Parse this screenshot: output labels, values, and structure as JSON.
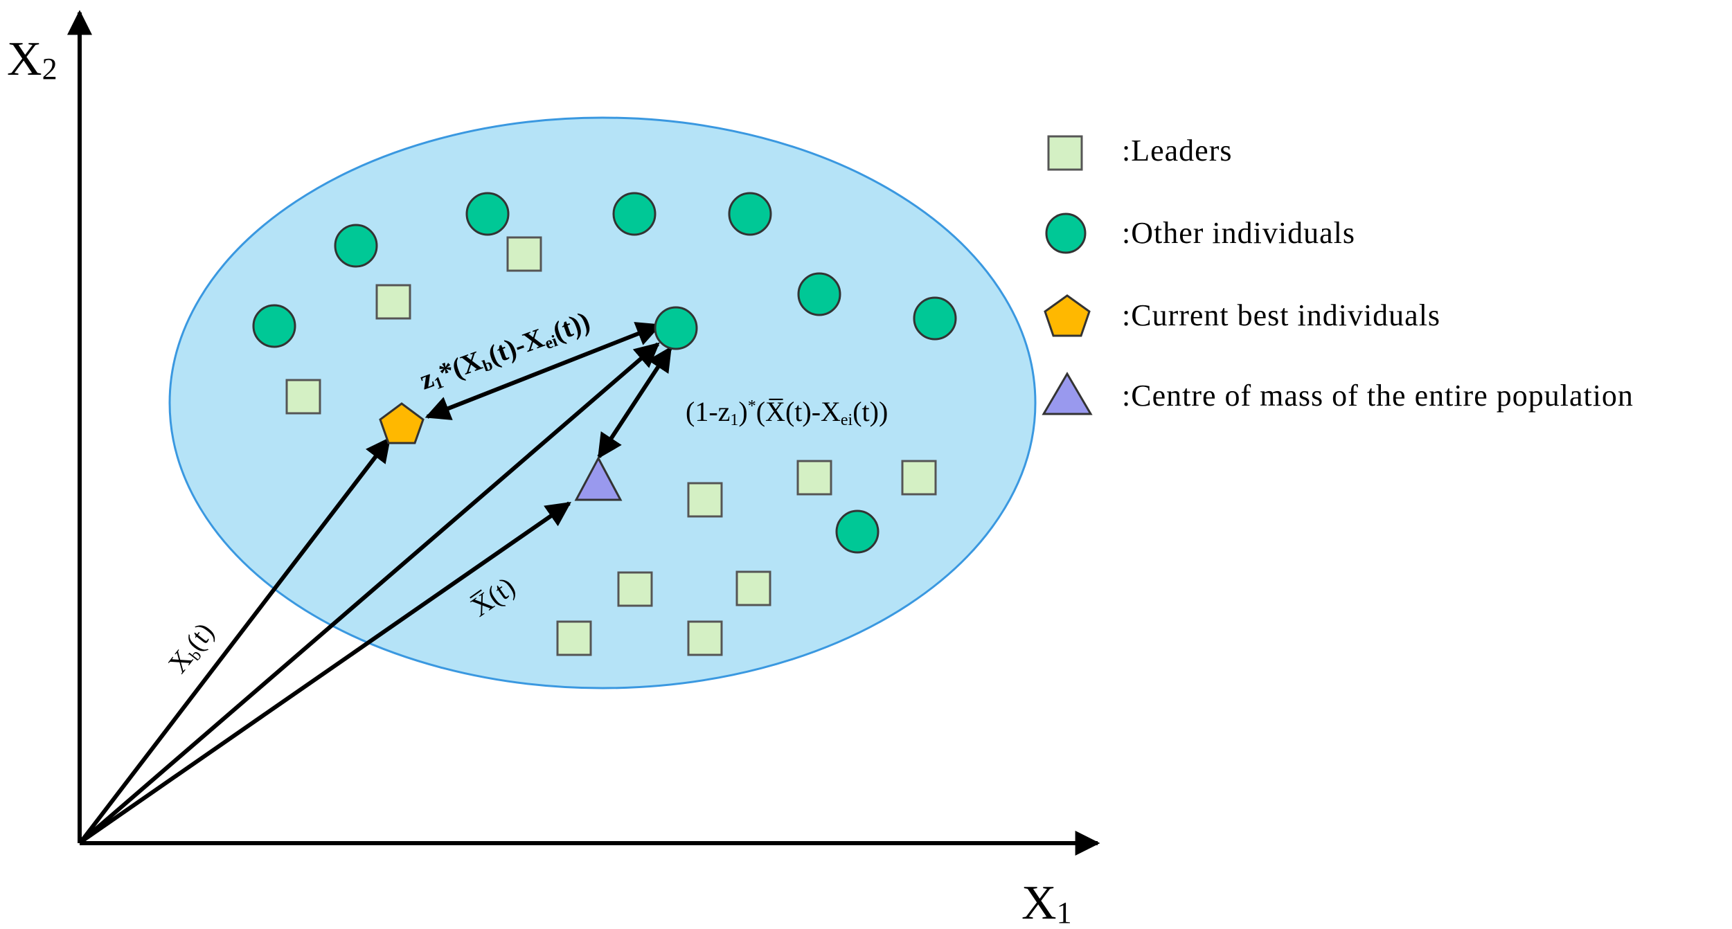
{
  "axes": {
    "x_label": "X",
    "x_sub": "1",
    "y_label": "X",
    "y_sub": "2"
  },
  "legend": [
    {
      "marker": "square",
      "label": ":Leaders",
      "color": "#d4f0c4"
    },
    {
      "marker": "circle",
      "label": ":Other individuals",
      "color": "#00c896"
    },
    {
      "marker": "pentagon",
      "label": ":Current best individuals",
      "color": "#ffb800"
    },
    {
      "marker": "triangle",
      "label": ":Centre of mass of the entire population",
      "color": "#9999ee"
    }
  ],
  "equations": {
    "top": {
      "a": "z",
      "a_sub": "1",
      "b": "*(X",
      "b_sub": "b",
      "c": "(t)-X",
      "c_sub": "ei",
      "d": "(t))"
    },
    "right": {
      "a": "(1-z",
      "a_sub": "1",
      "b": ")",
      "b_sup": "*",
      "c": "(X̅(t)-X",
      "c_sub": "ei",
      "d": "(t))"
    },
    "xb": {
      "a": "X",
      "a_sub": "b",
      "b": "(t)"
    },
    "xbar": {
      "a": "X̅(t)"
    }
  },
  "colors": {
    "ellipse_fill": "#b5e3f7",
    "ellipse_stroke": "#3a98e0",
    "leader_fill": "#d4f0c4",
    "individual_fill": "#00c896",
    "best_fill": "#ffb800",
    "centre_fill": "#9999ee"
  }
}
